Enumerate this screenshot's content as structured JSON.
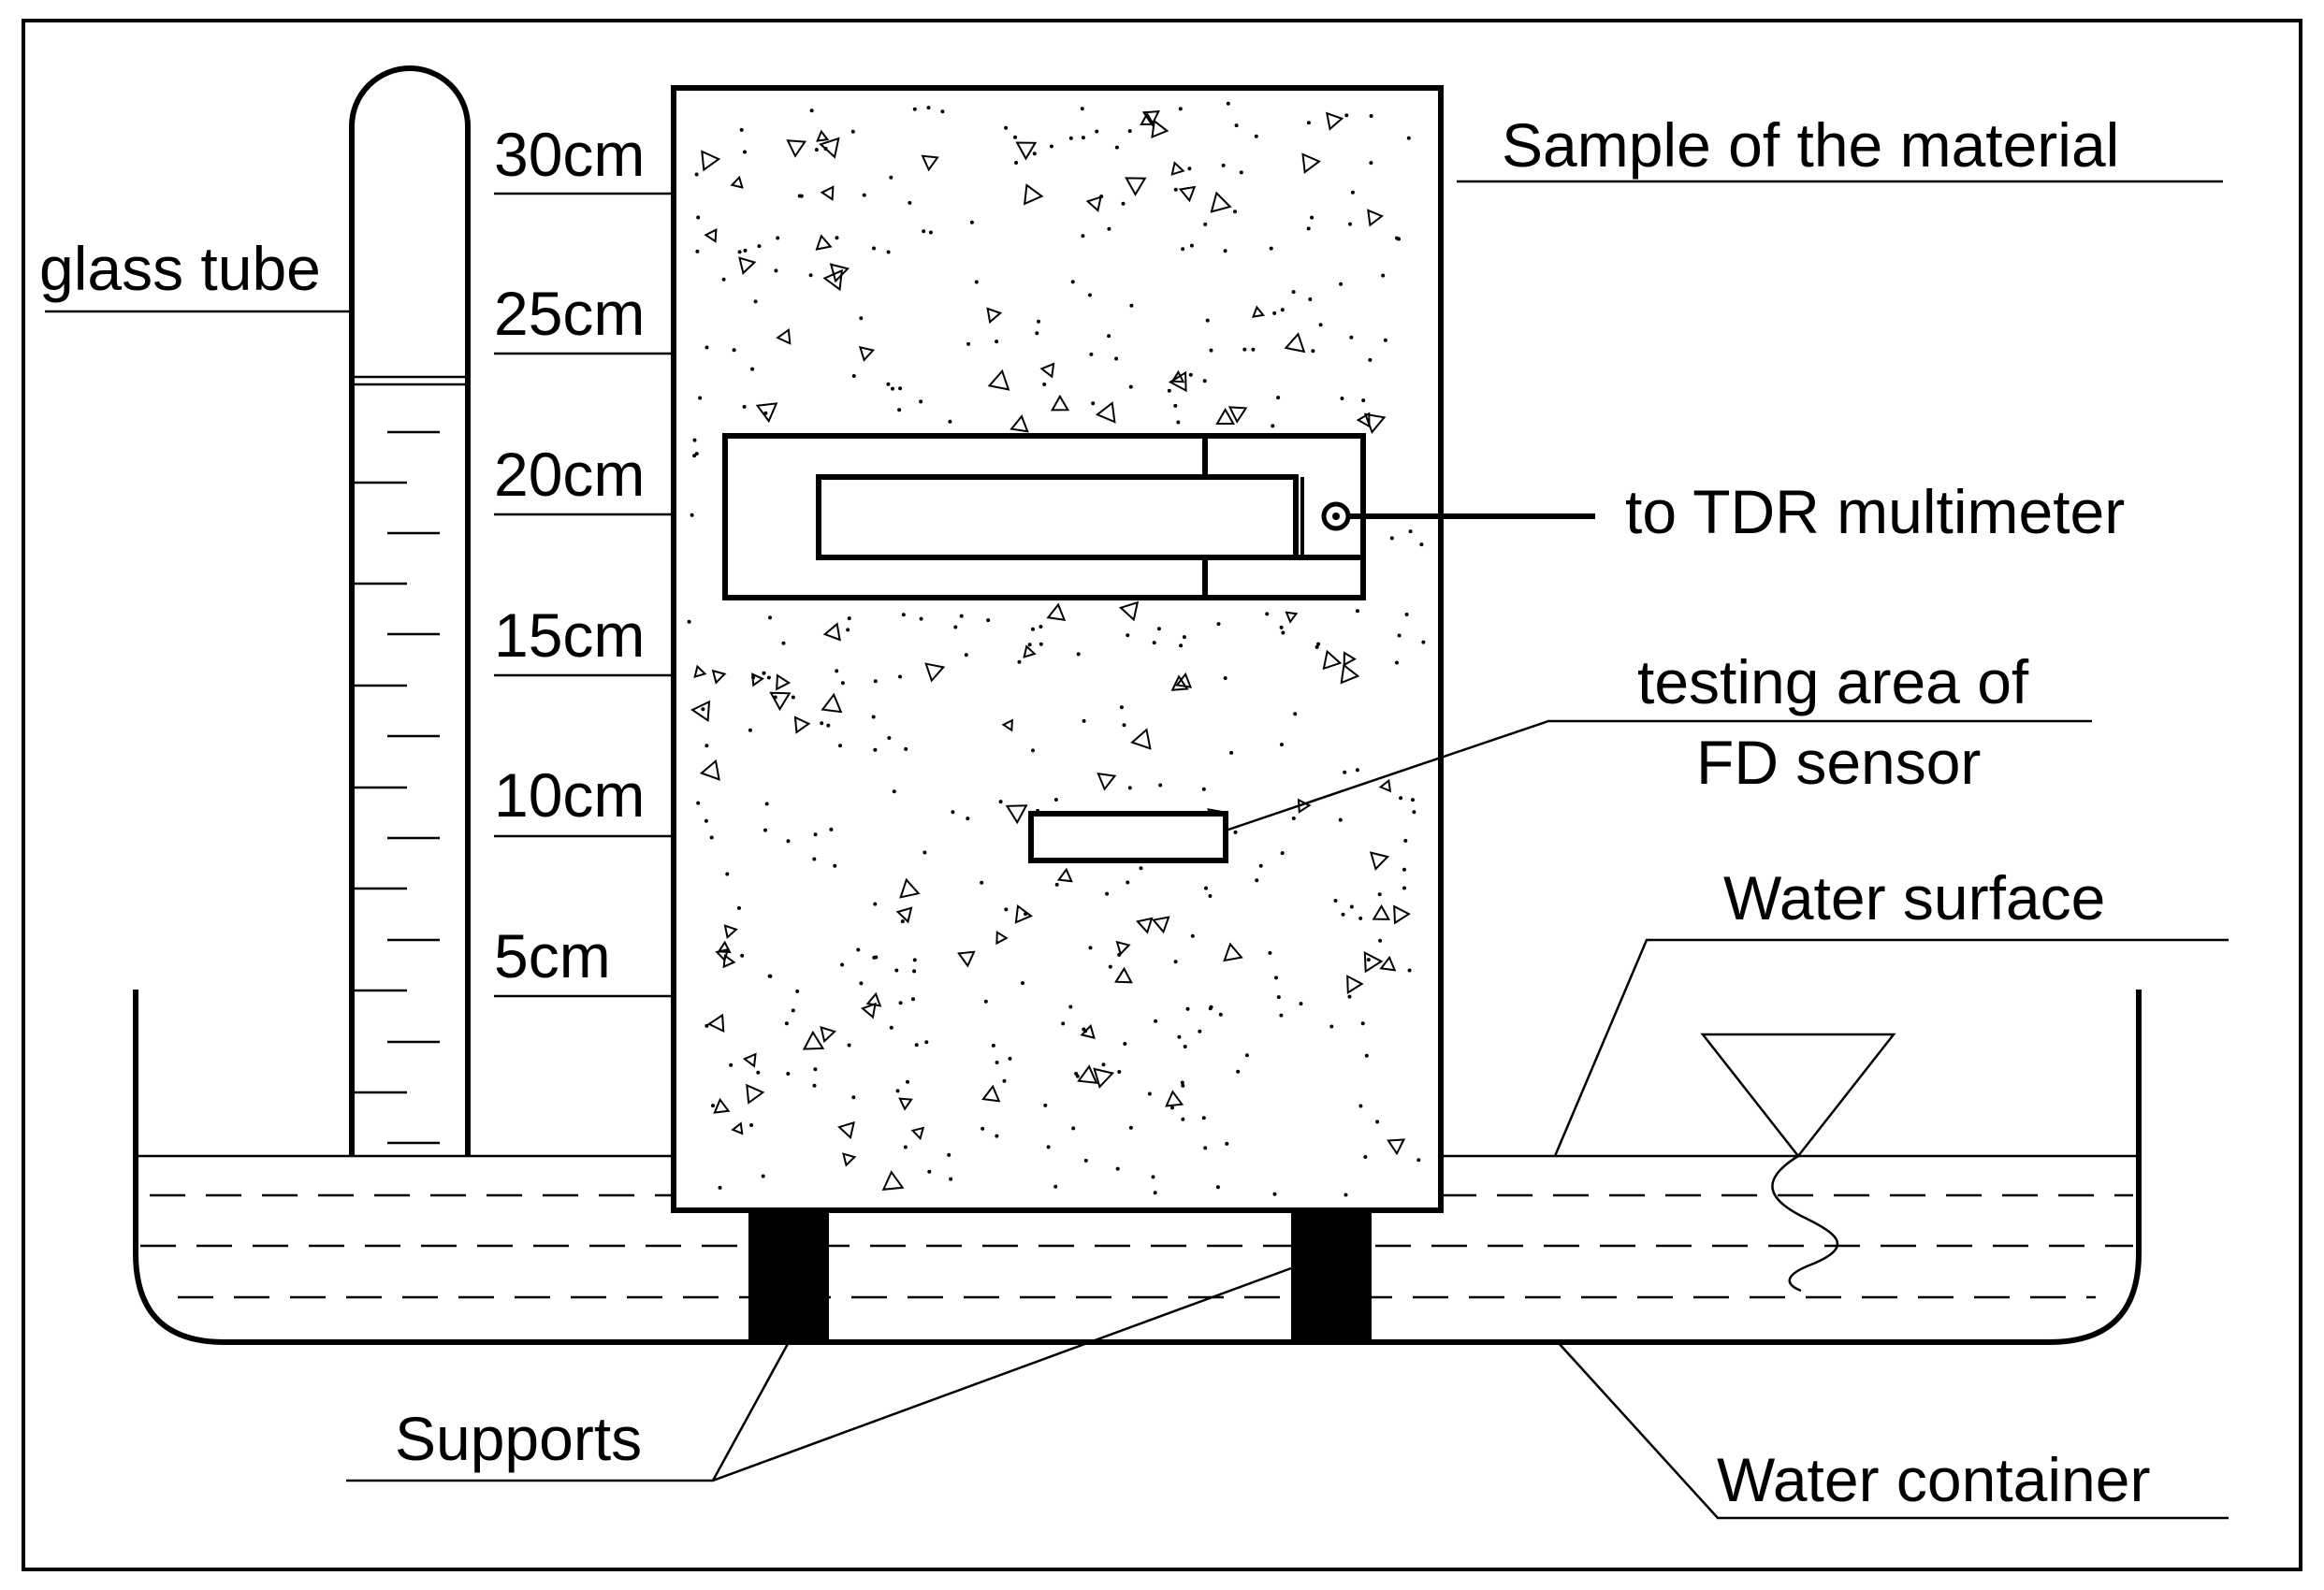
{
  "labels": {
    "glass_tube": "glass tube",
    "sample": "Sample of the material",
    "tdr": "to TDR multimeter",
    "fd_line1": "testing area of",
    "fd_line2": "FD sensor",
    "water_surface": "Water surface",
    "supports": "Supports",
    "water_container": "Water container"
  },
  "scale_marks": [
    "30cm",
    "25cm",
    "20cm",
    "15cm",
    "10cm",
    "5cm"
  ],
  "colors": {
    "ink": "#000000",
    "background": "#ffffff"
  }
}
